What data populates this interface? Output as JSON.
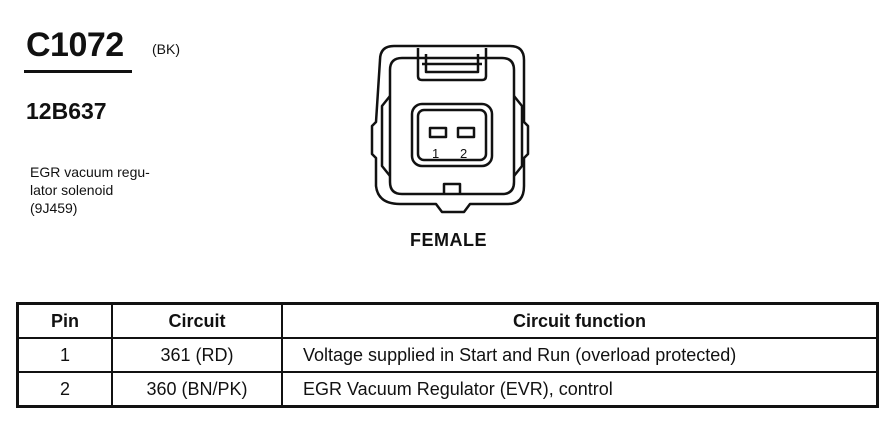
{
  "header": {
    "connector_id": "C1072",
    "color_code": "(BK)",
    "part_number": "12B637",
    "description_lines": [
      "EGR vacuum regu-",
      "lator solenoid",
      "(9J459)"
    ]
  },
  "connector": {
    "gender": "FEMALE",
    "pins": [
      "1",
      "2"
    ]
  },
  "table": {
    "headers": [
      "Pin",
      "Circuit",
      "Circuit function"
    ],
    "rows": [
      {
        "pin": "1",
        "circuit": "361 (RD)",
        "function": "Voltage supplied in Start and Run (overload protected)"
      },
      {
        "pin": "2",
        "circuit": "360 (BN/PK)",
        "function": "EGR Vacuum Regulator (EVR), control"
      }
    ]
  }
}
